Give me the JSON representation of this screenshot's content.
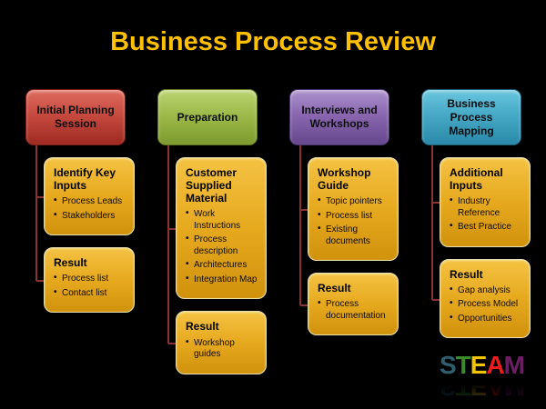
{
  "title": "Business Process Review",
  "title_color": "#FFC000",
  "background_color": "#000000",
  "connector_color": "#8A3232",
  "child_box_color": "#E6A91E",
  "columns": [
    {
      "header": "Initial Planning Session",
      "accent_color": "#C0392B",
      "boxes": [
        {
          "heading": "Identify Key Inputs",
          "bullets": [
            "Process Leads",
            "Stakeholders"
          ]
        },
        {
          "heading": "Result",
          "bullets": [
            "Process list",
            "Contact list"
          ]
        }
      ]
    },
    {
      "header": "Preparation",
      "accent_color": "#94B43C",
      "boxes": [
        {
          "heading": "Customer Supplied Material",
          "bullets": [
            "Work Instructions",
            "Process description",
            "Architectures",
            "Integration Map"
          ]
        },
        {
          "heading": "Result",
          "bullets": [
            "Workshop guides"
          ]
        }
      ]
    },
    {
      "header": "Interviews and Workshops",
      "accent_color": "#8064A2",
      "boxes": [
        {
          "heading": "Workshop Guide",
          "bullets": [
            "Topic pointers",
            "Process list",
            "Existing documents"
          ]
        },
        {
          "heading": "Result",
          "bullets": [
            "Process documentation"
          ]
        }
      ]
    },
    {
      "header": "Business Process Mapping",
      "accent_color": "#3C9BB8",
      "boxes": [
        {
          "heading": "Additional Inputs",
          "bullets": [
            "Industry Reference",
            "Best Practice"
          ]
        },
        {
          "heading": "Result",
          "bullets": [
            "Gap analysis",
            "Process Model",
            "Opportunities"
          ]
        }
      ]
    }
  ],
  "logo": {
    "text": "STEAM",
    "letters": [
      {
        "char": "S",
        "color": "#2E5F6E"
      },
      {
        "char": "T",
        "color": "#3A8A2E"
      },
      {
        "char": "E",
        "color": "#F2C500"
      },
      {
        "char": "A",
        "color": "#EE1C1C"
      },
      {
        "char": "M",
        "color": "#6B1F63"
      }
    ]
  }
}
